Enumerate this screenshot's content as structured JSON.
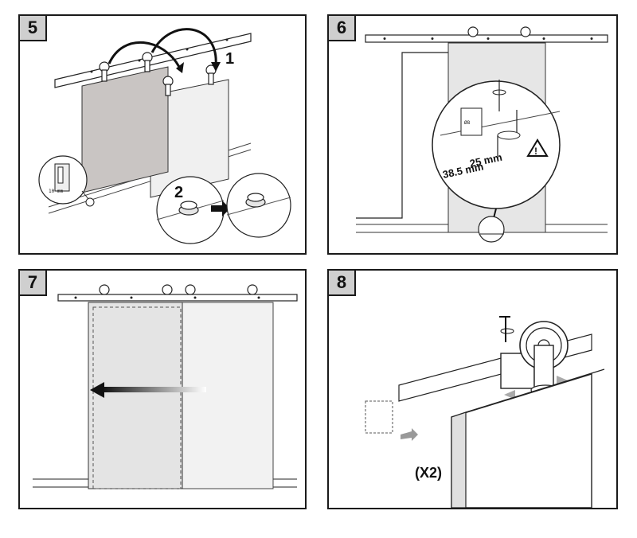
{
  "panels": [
    {
      "step": "5",
      "callouts": {
        "one": "1",
        "two": "2",
        "tick": "10 mm"
      }
    },
    {
      "step": "6",
      "callouts": {
        "a": "25 mm",
        "b": "38.5 mm",
        "drill": "Ø8",
        "warn": "!"
      }
    },
    {
      "step": "7"
    },
    {
      "step": "8",
      "callouts": {
        "qty": "(X2)"
      }
    }
  ],
  "colors": {
    "door_dark": "#cac6c4",
    "door_light": "#eeeeee",
    "door_panel7": "#e9e9e9",
    "rail": "#ffffff",
    "ink": "#1a1a1a",
    "badge": "#cfcfcf"
  }
}
